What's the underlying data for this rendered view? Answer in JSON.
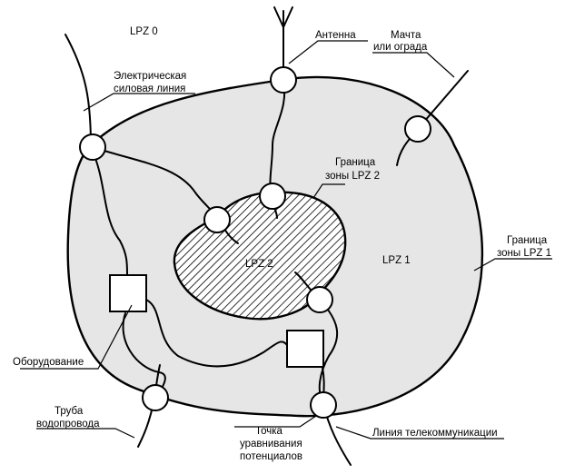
{
  "zones": {
    "outer": "LPZ 0",
    "middle": "LPZ 1",
    "inner": "LPZ 2"
  },
  "labels": {
    "antenna": "Антенна",
    "mast_line1": "Мачта",
    "mast_line2": "или ограда",
    "power_line1": "Электрическая",
    "power_line2": "силовая линия",
    "boundary2_line1": "Граница",
    "boundary2_line2": "зоны LPZ 2",
    "boundary1_line1": "Граница",
    "boundary1_line2": "зоны LPZ 1",
    "equipment": "Оборудование",
    "water_line1": "Труба",
    "water_line2": "водопровода",
    "bonding_line1": "Точка",
    "bonding_line2": "уравнивания",
    "bonding_line3": "потенциалов",
    "telecom": "Линия телекоммуникации"
  },
  "colors": {
    "lpz1_fill": "#e6e6e6",
    "line": "#000000",
    "hatch": "#000000"
  }
}
